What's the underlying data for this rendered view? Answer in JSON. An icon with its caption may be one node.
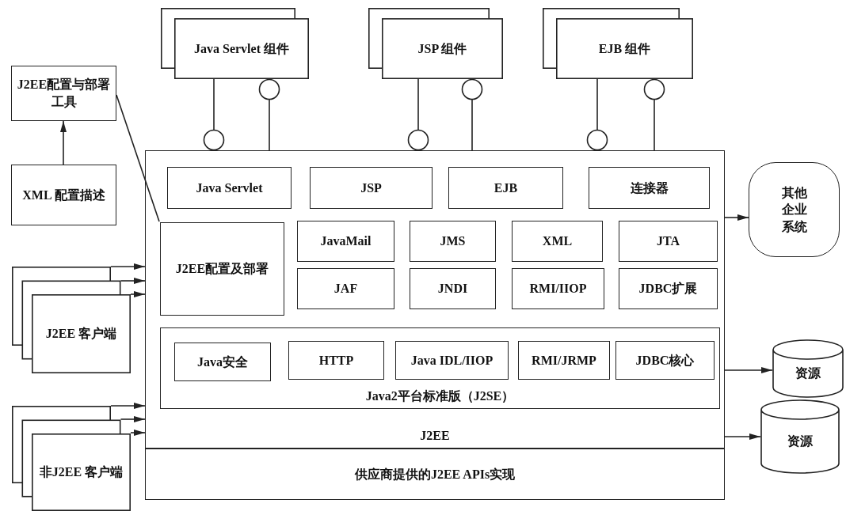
{
  "diagram": {
    "nodes": [
      {
        "text": [
          "J2EE配置与部署工具"
        ]
      },
      {
        "text": [
          "XML 配置描述"
        ]
      },
      {
        "text": [
          "Java Servlet 组件"
        ]
      },
      {
        "text": [
          "JSP 组件"
        ]
      },
      {
        "text": [
          "EJB 组件"
        ]
      },
      {
        "text": [
          "J2EE"
        ]
      },
      {
        "text": [
          "Java Servlet"
        ],
        "in": 5
      },
      {
        "text": [
          "JSP"
        ],
        "in": 5
      },
      {
        "text": [
          "EJB"
        ],
        "in": 5
      },
      {
        "text": [
          "连接器"
        ],
        "in": 5
      },
      {
        "text": [
          "其他企业系统"
        ]
      },
      {
        "text": [
          "J2EE配置及部署"
        ],
        "in": 5
      },
      {
        "text": [
          "JavaMail"
        ],
        "in": 5
      },
      {
        "text": [
          "JMS"
        ],
        "in": 5
      },
      {
        "text": [
          "XML"
        ],
        "in": 5
      },
      {
        "text": [
          "JTA"
        ],
        "in": 5
      },
      {
        "text": [
          "JAF"
        ],
        "in": 5
      },
      {
        "text": [
          "JNDI"
        ],
        "in": 5
      },
      {
        "text": [
          "RMI/IIOP"
        ],
        "in": 5
      },
      {
        "text": [
          "JDBC扩展"
        ],
        "in": 5
      },
      {
        "text": [
          "J2EE 客户端"
        ]
      },
      {
        "text": [
          "Java2平台标准版（J2SE）"
        ],
        "in": 5
      },
      {
        "text": [
          "Java安全"
        ],
        "in": 21
      },
      {
        "text": [
          "HTTP"
        ],
        "in": 21
      },
      {
        "text": [
          "Java IDL/IIOP"
        ],
        "in": 21
      },
      {
        "text": [
          "RMI/JRMP"
        ],
        "in": 21
      },
      {
        "text": [
          "JDBC核心"
        ],
        "in": 21
      },
      {
        "text": [
          "资源"
        ]
      },
      {
        "text": [
          "资源"
        ]
      },
      {
        "text": [
          "非J2EE 客户端"
        ]
      },
      {
        "text": [
          "供应商提供的J2EE APIs实现"
        ]
      }
    ],
    "edges": [
      {
        "from": 1,
        "to": 0,
        "arrow": "to"
      },
      {
        "from": 0,
        "to": 11,
        "arrow": "none"
      },
      {
        "from": 2,
        "to": 5,
        "arrow": "other"
      },
      {
        "from": 5,
        "to": 2,
        "arrow": "other"
      },
      {
        "from": 3,
        "to": 5,
        "arrow": "other"
      },
      {
        "from": 5,
        "to": 3,
        "arrow": "other"
      },
      {
        "from": 4,
        "to": 5,
        "arrow": "other"
      },
      {
        "from": 5,
        "to": 4,
        "arrow": "other"
      },
      {
        "from": 5,
        "to": 10,
        "arrow": "to"
      },
      {
        "from": 5,
        "to": 27,
        "arrow": "to"
      },
      {
        "from": 5,
        "to": 28,
        "arrow": "to"
      },
      {
        "from": 20,
        "to": 5,
        "arrow": "to"
      },
      {
        "from": 20,
        "to": 5,
        "arrow": "to"
      },
      {
        "from": 20,
        "to": 5,
        "arrow": "to"
      },
      {
        "from": 29,
        "to": 5,
        "arrow": "to"
      },
      {
        "from": 29,
        "to": 5,
        "arrow": "to"
      },
      {
        "from": 29,
        "to": 5,
        "arrow": "to"
      }
    ]
  }
}
